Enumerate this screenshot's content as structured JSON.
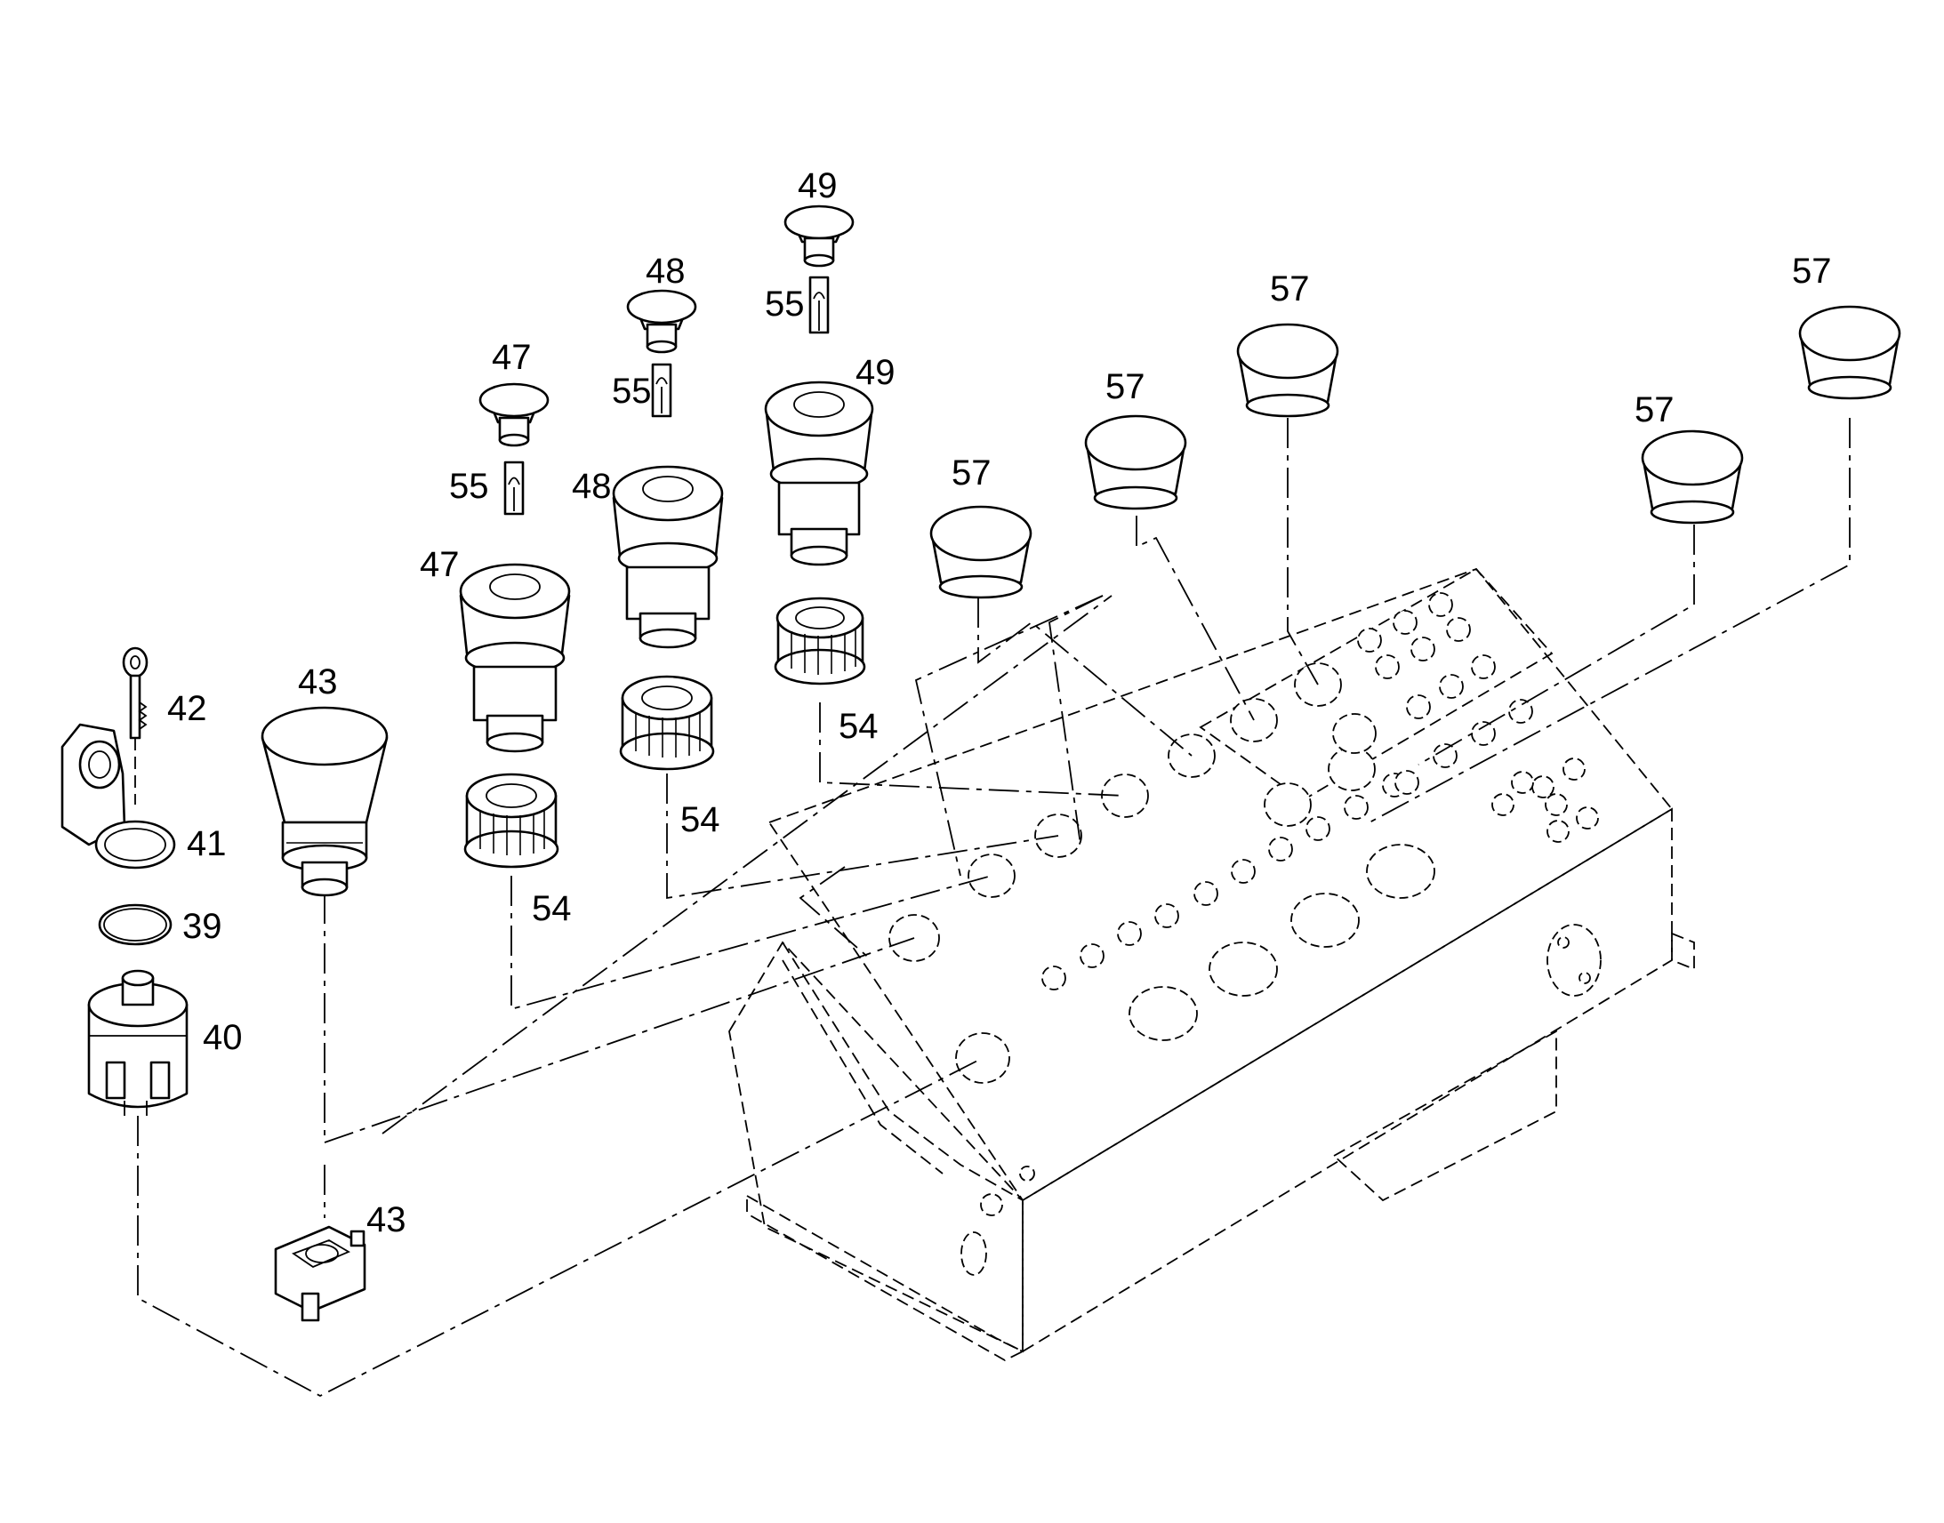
{
  "diagram": {
    "callouts": {
      "c39": "39",
      "c40": "40",
      "c41": "41",
      "c42": "42",
      "c43a": "43",
      "c43b": "43",
      "c47a": "47",
      "c47b": "47",
      "c48a": "48",
      "c48b": "48",
      "c49a": "49",
      "c49b": "49",
      "c54a": "54",
      "c54b": "54",
      "c54c": "54",
      "c55a": "55",
      "c55b": "55",
      "c55c": "55",
      "c57a": "57",
      "c57b": "57",
      "c57c": "57",
      "c57d": "57",
      "c57e": "57"
    }
  }
}
